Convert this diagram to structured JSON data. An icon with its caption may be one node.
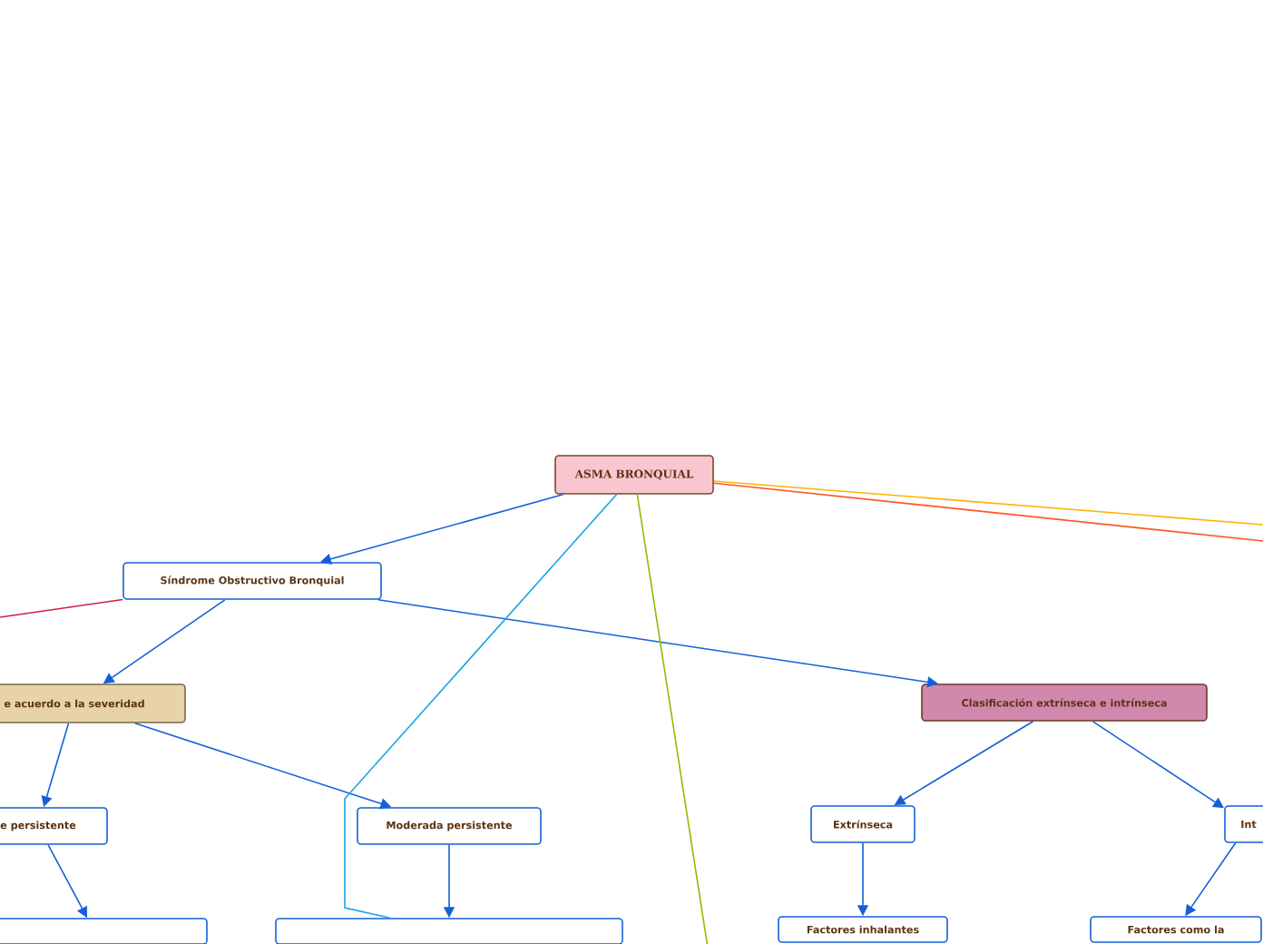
{
  "diagram": {
    "nodes": [
      {
        "text": [
          "ASMA BRONQUIAL"
        ]
      },
      {
        "text": [
          "Síndrome Obstructivo Bronquial"
        ]
      },
      {
        "text": [
          "e acuerdo a la severidad"
        ]
      },
      {
        "text": [
          "Clasificación extrínseca e intrínseca"
        ]
      },
      {
        "text": [
          "e persistente"
        ]
      },
      {
        "text": [
          "Moderada persistente"
        ]
      },
      {
        "text": [
          "Extrínseca"
        ]
      },
      {
        "text": [
          "Int"
        ]
      },
      {
        "text": [],
        "shape": "box"
      },
      {
        "text": [],
        "shape": "box"
      },
      {
        "text": [
          "Factores inhalantes"
        ]
      },
      {
        "text": [
          "Factores como la"
        ]
      }
    ],
    "edges": [
      {
        "from": 0,
        "to": 1,
        "arrow": "to"
      },
      {
        "from": 1,
        "to": 2,
        "arrow": "to"
      },
      {
        "from": 1,
        "to": 3,
        "arrow": "to"
      },
      {
        "from": 2,
        "to": 4,
        "arrow": "to"
      },
      {
        "from": 4,
        "to": 8,
        "arrow": "to"
      },
      {
        "from": 2,
        "to": 5,
        "arrow": "to"
      },
      {
        "from": 5,
        "to": 9,
        "arrow": "to"
      },
      {
        "from": 3,
        "to": 6,
        "arrow": "to"
      },
      {
        "from": 3,
        "to": 7,
        "arrow": "to"
      },
      {
        "from": 6,
        "to": 10,
        "arrow": "to"
      },
      {
        "from": 7,
        "to": 11,
        "arrow": "to"
      },
      {
        "from": 1,
        "to": null,
        "arrow": "none",
        "color": "#cc2244"
      },
      {
        "from": 0,
        "to": null,
        "arrow": "none",
        "color": "#ffb300"
      },
      {
        "from": 0,
        "to": null,
        "arrow": "none",
        "color": "#ff5522"
      },
      {
        "from": 0,
        "to": 9,
        "arrow": "none",
        "color": "#1aa3e8"
      },
      {
        "from": 0,
        "to": null,
        "arrow": "none",
        "color": "#8cbf00"
      }
    ]
  }
}
